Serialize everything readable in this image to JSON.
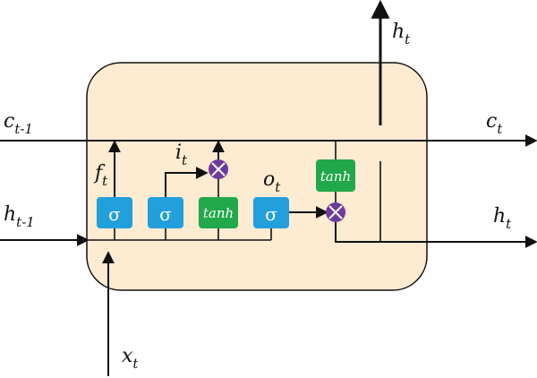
{
  "labels": {
    "c_prev": {
      "base": "c",
      "sub": "t-1"
    },
    "c_next": {
      "base": "c",
      "sub": "t"
    },
    "h_prev": {
      "base": "h",
      "sub": "t-1"
    },
    "h_out_right": {
      "base": "h",
      "sub": "t"
    },
    "h_out_top": {
      "base": "h",
      "sub": "t"
    },
    "x_in": {
      "base": "x",
      "sub": "t"
    },
    "forget_gate": {
      "base": "f",
      "sub": "t"
    },
    "input_gate": {
      "base": "i",
      "sub": "t"
    },
    "output_gate": {
      "base": "o",
      "sub": "t"
    }
  },
  "gates": {
    "sigma": "σ",
    "tanh": "tanh"
  },
  "colors": {
    "cell_fill": "#fdebd2",
    "cell_stroke": "#111111",
    "sigma_fill": "#21a0dc",
    "tanh_fill": "#21a84a",
    "multiply_fill": "#6e3a9c"
  }
}
